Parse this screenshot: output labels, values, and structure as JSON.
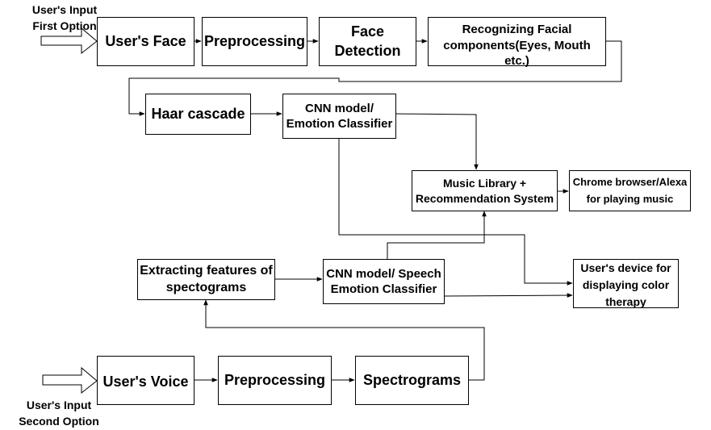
{
  "inputs": {
    "first": [
      "User's Input",
      "First Option"
    ],
    "second": [
      "User's Input",
      "Second Option"
    ]
  },
  "nodes": {
    "users_face": "User's Face",
    "preprocessing_face": "Preprocessing",
    "face_detection": "Face Detection",
    "recognizing_components": "Recognizing Facial components(Eyes, Mouth etc.)",
    "haar_cascade": "Haar cascade",
    "cnn_emotion": "CNN model/ Emotion Classifier",
    "music_library": "Music Library + Recommendation System",
    "chrome_alexa": "Chrome browser/Alexa for playing music",
    "extracting_features": "Extracting features of spectograms",
    "cnn_speech": "CNN model/ Speech Emotion Classifier",
    "color_therapy_device": "User's device for displaying color therapy",
    "users_voice": "User's Voice",
    "preprocessing_voice": "Preprocessing",
    "spectrograms": "Spectrograms"
  }
}
